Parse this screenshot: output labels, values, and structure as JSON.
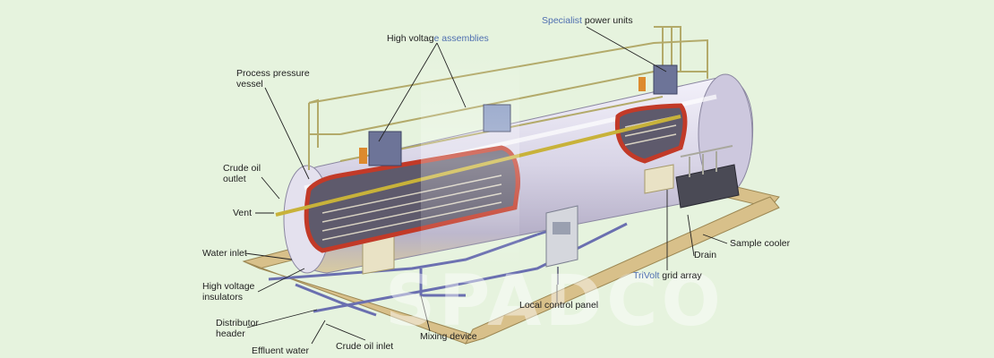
{
  "labels": {
    "high_voltage_assemblies": {
      "pre": "High voltag",
      "hl": "e assemblies"
    },
    "specialist_power_units": {
      "hl": "Specialist",
      "post": " power units"
    },
    "process_pressure_vessel_1": "Process pressure",
    "process_pressure_vessel_2": "vessel",
    "crude_oil_outlet_1": "Crude oil",
    "crude_oil_outlet_2": "outlet",
    "vent": "Vent",
    "water_inlet": "Water inlet",
    "high_voltage_insulators_1": "High voltage",
    "high_voltage_insulators_2": "insulators",
    "distributor_header_1": "Distributor",
    "distributor_header_2": "header",
    "effluent_water": "Effluent water",
    "crude_oil_inlet": "Crude oil inlet",
    "mixing_device": "Mixing device",
    "local_control_panel": "Local control panel",
    "trivolt_grid_array": {
      "hl": "TriVolt",
      "post": " grid array"
    },
    "drain": "Drain",
    "sample_cooler": "Sample cooler"
  },
  "watermark": "SPADCO",
  "colors": {
    "background": "#e6f3de",
    "vessel": "#d9d6e6",
    "skid": "#d8c08a",
    "cutaway": "#c23a28",
    "platform": "#b3aa6a",
    "highlight_text": "#4f6fb0"
  }
}
